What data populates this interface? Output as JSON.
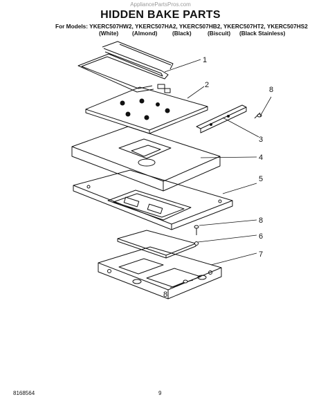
{
  "watermark": "AppliancePartsPros.com",
  "title": "HIDDEN BAKE PARTS",
  "models_line": "For Models: YKERC507HW2, YKERC507HA2, YKERC507HB2, YKERC507HT2, YKERC507HS2",
  "colors": [
    "(White)",
    "(Almond)",
    "(Black)",
    "(Biscuit)",
    "(Black Stainless)"
  ],
  "callouts": {
    "c1": "1",
    "c2": "2",
    "c3": "3",
    "c4": "4",
    "c5": "5",
    "c6": "6",
    "c7": "7",
    "c8a": "8",
    "c8b": "8",
    "c8c": "8"
  },
  "footer": {
    "doc_number": "8168564",
    "page_number": "9"
  }
}
